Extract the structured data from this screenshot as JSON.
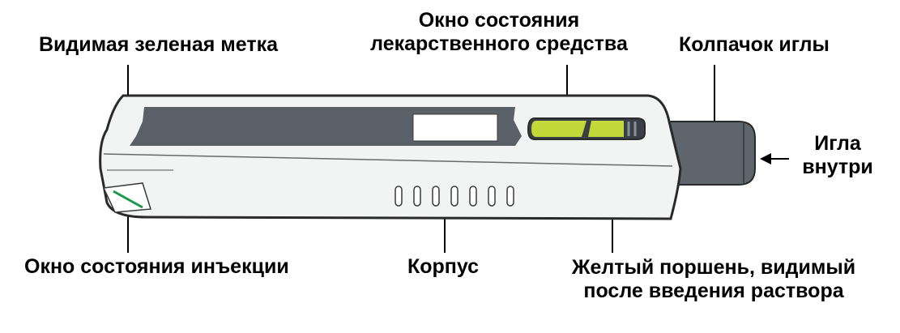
{
  "labels": {
    "green_mark": "Видимая зеленая метка",
    "medicine_window_line1": "Окно состояния",
    "medicine_window_line2": "лекарственного средства",
    "needle_cap": "Колпачок иглы",
    "needle_inside_line1": "Игла",
    "needle_inside_line2": "внутри",
    "injection_window": "Окно состояния инъекции",
    "body": "Корпус",
    "yellow_plunger_line1": "Желтый поршень, видимый",
    "yellow_plunger_line2": "после введения раствора"
  },
  "colors": {
    "pen_body": "#f2f3f3",
    "pen_outline": "#2a2a2a",
    "dark_panel": "#5a6068",
    "cap": "#5f656d",
    "yellow_green": "#c3d93a",
    "green_mark": "#1a9a4a"
  }
}
